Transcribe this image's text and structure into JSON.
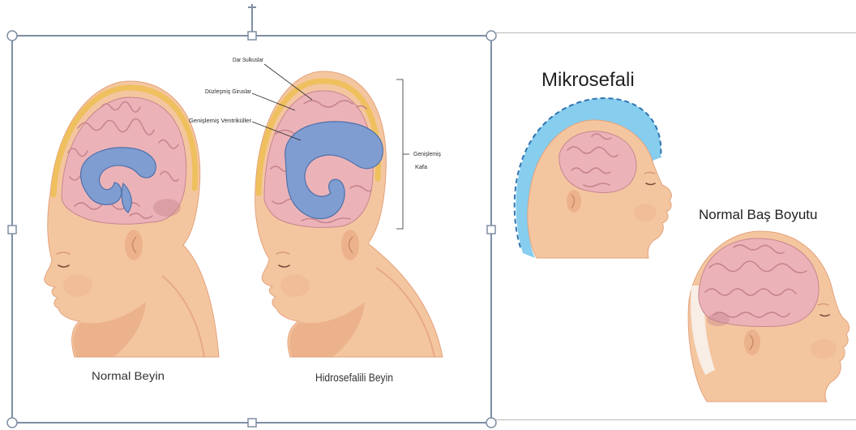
{
  "colors": {
    "skin": "#f4c6a0",
    "skin_shade": "#e3a27c",
    "skull": "#efc05e",
    "brain": "#ebb3b8",
    "gyri": "#c8858f",
    "ventricle": "#7f9dd1",
    "ventricle_edge": "#4f70a9",
    "cap": "#86cdee",
    "cap_edge": "#2f74b0",
    "selection": "#7e8ea3",
    "ink": "#2a2a2a"
  },
  "icons": {
    "rotation_handle": "rotate-handle-icon",
    "corner_handle": "circle-resize-handle",
    "edge_handle": "square-resize-handle"
  },
  "selected_image": {
    "labels": {
      "dar_sulkuslar": "Dar Sulkuslar",
      "duzlesmis_giruslar": "Düzleşmiş Giruslar",
      "genislemis_ventrikuller": "Genişlemiş Ventriküller",
      "genislemis_kafa": [
        "Genişlemiş",
        "Kafa"
      ]
    },
    "captions": {
      "normal": "Normal Beyin",
      "hydrocephalus": "Hidrosefalili Beyin"
    }
  },
  "second_image": {
    "microcephaly_title": "Mikrosefali",
    "normal_title": "Normal Baş Boyutu"
  }
}
